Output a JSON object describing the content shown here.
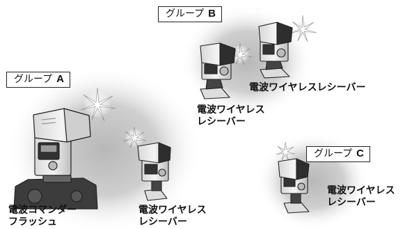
{
  "groups": [
    {
      "label": "グループ",
      "letter": "B"
    },
    {
      "label": "グループ",
      "letter": "A"
    },
    {
      "label": "グループ",
      "letter": "C"
    }
  ],
  "captions": {
    "group_b_receiver_right": "電波ワイヤレスレシーバー",
    "group_b_receiver_left_line1": "電波ワイヤレス",
    "group_b_receiver_left_line2": "レシーバー",
    "group_a_receiver_line1": "電波ワイヤレス",
    "group_a_receiver_line2": "レシーバー",
    "commander_line1": "電波コマンダー",
    "commander_line2": "フラッシュ",
    "group_c_receiver_line1": "電波ワイヤレス",
    "group_c_receiver_line2": "レシーバー"
  }
}
